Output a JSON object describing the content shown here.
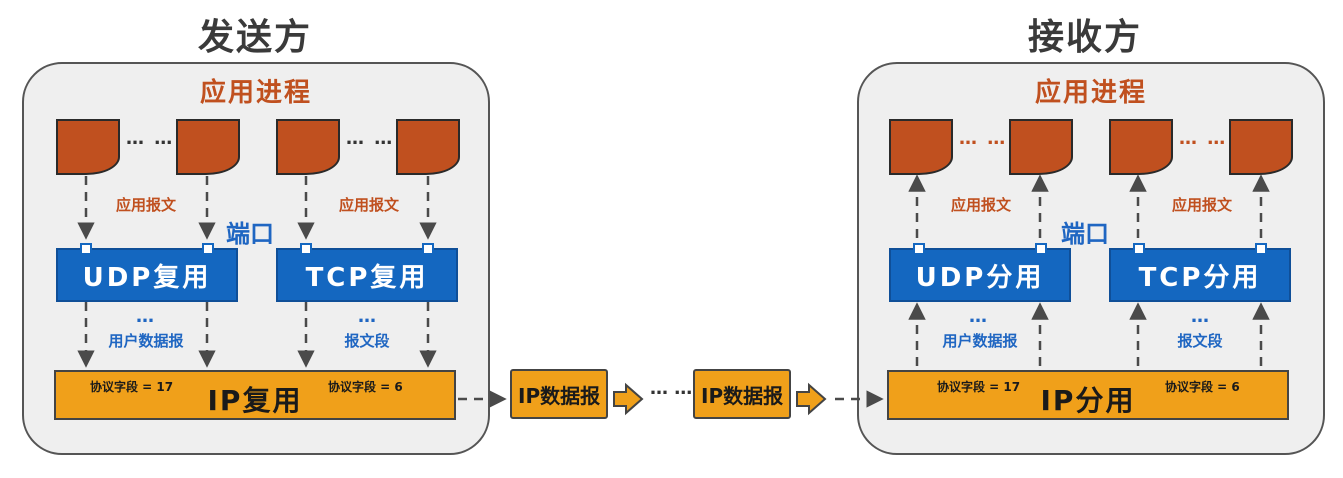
{
  "sender": {
    "title": "发送方",
    "process": "应用进程",
    "dots": "… …",
    "app_msg": "应用报文",
    "port": "端口",
    "udp_box": "UDP复用",
    "tcp_box": "TCP复用",
    "udp_unit": "用户数据报",
    "tcp_unit": "报文段",
    "unit_dots": "…",
    "ip_box": "IP复用",
    "proto_udp": "协议字段 = 17",
    "proto_tcp": "协议字段 = 6"
  },
  "receiver": {
    "title": "接收方",
    "process": "应用进程",
    "dots": "… …",
    "app_msg": "应用报文",
    "port": "端口",
    "udp_box": "UDP分用",
    "tcp_box": "TCP分用",
    "udp_unit": "用户数据报",
    "tcp_unit": "报文段",
    "unit_dots": "…",
    "ip_box": "IP分用",
    "proto_udp": "协议字段 = 17",
    "proto_tcp": "协议字段 = 6"
  },
  "transit": {
    "datagram_1": "IP数据报",
    "datagram_2": "IP数据报",
    "dots": "… …"
  },
  "colors": {
    "app_red": "#c0501f",
    "mux_blue": "#1467c0",
    "ip_orange": "#f0a01a"
  }
}
